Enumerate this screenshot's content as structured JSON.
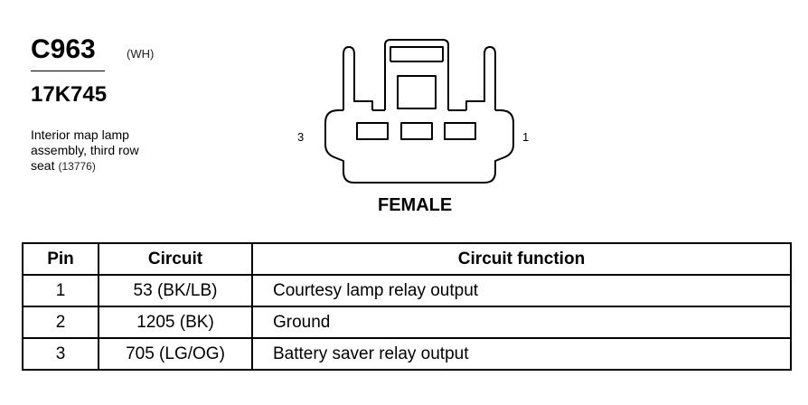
{
  "connector": {
    "id": "C963",
    "color": "(WH)",
    "part_number": "17K745",
    "description": [
      "Interior map lamp",
      "assembly, third row",
      "seat"
    ],
    "description_ref": "(13776)"
  },
  "diagram": {
    "pin_left_label": "3",
    "pin_right_label": "1",
    "gender": "FEMALE"
  },
  "table": {
    "headers": [
      "Pin",
      "Circuit",
      "Circuit function"
    ],
    "rows": [
      {
        "pin": "1",
        "circuit": "53 (BK/LB)",
        "function": "Courtesy lamp relay output"
      },
      {
        "pin": "2",
        "circuit": "1205 (BK)",
        "function": "Ground"
      },
      {
        "pin": "3",
        "circuit": "705 (LG/OG)",
        "function": "Battery saver relay output"
      }
    ]
  }
}
